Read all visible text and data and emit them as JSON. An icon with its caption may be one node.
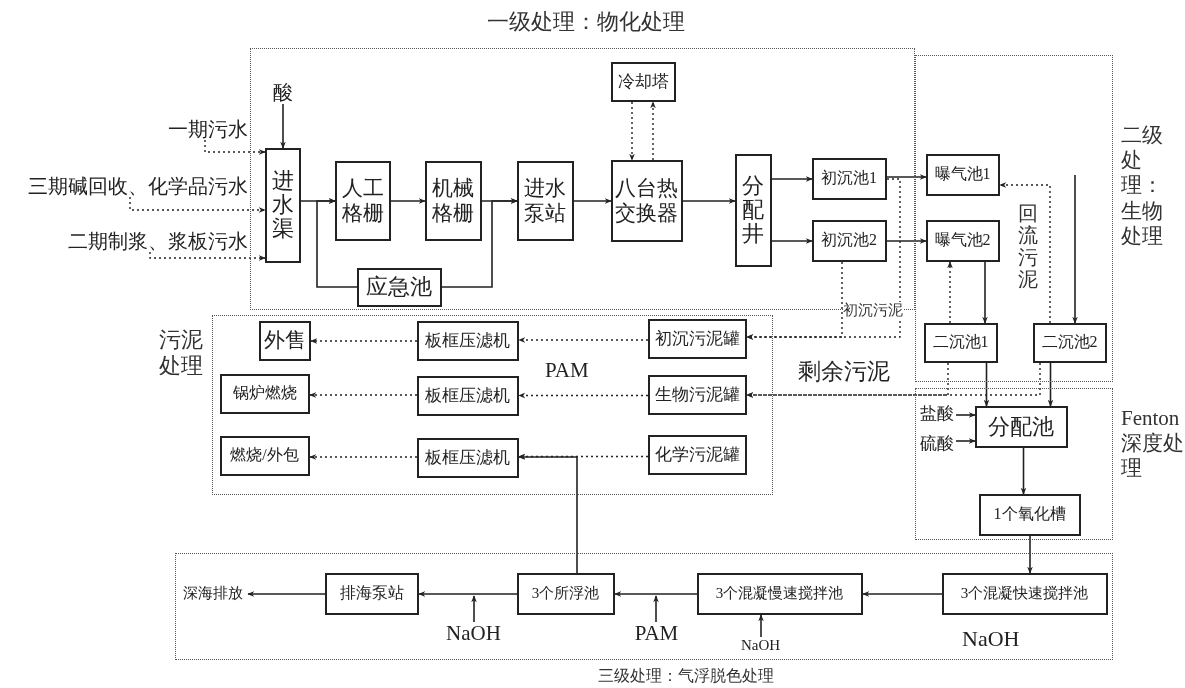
{
  "diagram": {
    "nodes": [
      {
        "text": [
          "一期污水"
        ]
      },
      {
        "text": [
          "三期碱回收、化学品污水"
        ]
      },
      {
        "text": [
          "二期制浆、浆板污水"
        ]
      },
      {
        "text": [
          "一级处理：物化处理"
        ]
      },
      {
        "text": [
          "酸"
        ],
        "in": 3
      },
      {
        "text": [
          "进水渠"
        ],
        "in": 3
      },
      {
        "text": [
          "人工格栅"
        ],
        "in": 3
      },
      {
        "text": [
          "机械格栅"
        ],
        "in": 3
      },
      {
        "text": [
          "进水泵站"
        ],
        "in": 3
      },
      {
        "text": [
          "应急池"
        ],
        "in": 3
      },
      {
        "text": [
          "冷却塔"
        ],
        "in": 3
      },
      {
        "text": [
          "八台热交换器"
        ],
        "in": 3
      },
      {
        "text": [
          "分配井"
        ],
        "in": 3
      },
      {
        "text": [
          "初沉池1"
        ],
        "in": 3
      },
      {
        "text": [
          "初沉池2"
        ],
        "in": 3
      },
      {
        "text": [
          "二级处理：生物处理"
        ]
      },
      {
        "text": [
          "曝气池1"
        ],
        "in": 15
      },
      {
        "text": [
          "曝气池2"
        ],
        "in": 15
      },
      {
        "text": [
          "二沉池1"
        ],
        "in": 15
      },
      {
        "text": [
          "二沉池2"
        ],
        "in": 15
      },
      {
        "text": [
          "污泥处理"
        ]
      },
      {
        "text": [
          "外售"
        ],
        "in": 20
      },
      {
        "text": [
          "锅炉燃烧"
        ],
        "in": 20
      },
      {
        "text": [
          "燃烧/外包"
        ],
        "in": 20
      },
      {
        "text": [
          "板框压滤机"
        ],
        "in": 20
      },
      {
        "text": [
          "板框压滤机"
        ],
        "in": 20
      },
      {
        "text": [
          "板框压滤机"
        ],
        "in": 20
      },
      {
        "text": [
          "初沉污泥罐"
        ],
        "in": 20
      },
      {
        "text": [
          "生物污泥罐"
        ],
        "in": 20
      },
      {
        "text": [
          "化学污泥罐"
        ],
        "in": 20
      },
      {
        "text": [
          "Fenton 深度处理"
        ]
      },
      {
        "text": [
          "分配池"
        ],
        "in": 30
      },
      {
        "text": [
          "1个氧化槽"
        ],
        "in": 30
      },
      {
        "text": [
          "三级处理：气浮脱色处理"
        ]
      },
      {
        "text": [
          "3个混凝快速搅拌池"
        ],
        "in": 33
      },
      {
        "text": [
          "3个混凝慢速搅拌池"
        ],
        "in": 33
      },
      {
        "text": [
          "3个所浮池"
        ],
        "in": 33
      },
      {
        "text": [
          "排海泵站"
        ],
        "in": 33
      },
      {
        "text": [
          "深海排放"
        ],
        "in": 33
      },
      {
        "text": [
          "盐酸"
        ],
        "in": 30
      },
      {
        "text": [
          "硫酸"
        ],
        "in": 30
      },
      {
        "text": [
          "NaOH"
        ],
        "in": 33
      },
      {
        "text": [
          "PAM"
        ],
        "in": 33
      },
      {
        "text": [
          "NaOH"
        ],
        "in": 33
      }
    ],
    "edges": [
      {
        "from": 0,
        "to": 5,
        "arrow": "to",
        "style": "dashed"
      },
      {
        "from": 1,
        "to": 5,
        "arrow": "to",
        "style": "dashed"
      },
      {
        "from": 2,
        "to": 5,
        "arrow": "to",
        "style": "dashed"
      },
      {
        "from": 4,
        "to": 5,
        "arrow": "to"
      },
      {
        "from": 5,
        "to": 6,
        "arrow": "to"
      },
      {
        "from": 6,
        "to": 7,
        "arrow": "to"
      },
      {
        "from": 7,
        "to": 8,
        "arrow": "to"
      },
      {
        "from": 8,
        "to": 11,
        "arrow": "to"
      },
      {
        "from": 11,
        "to": 12,
        "arrow": "to"
      },
      {
        "from": 12,
        "to": 13,
        "arrow": "to"
      },
      {
        "from": 12,
        "to": 14,
        "arrow": "to"
      },
      {
        "from": 13,
        "to": 16,
        "arrow": "to"
      },
      {
        "from": 14,
        "to": 17,
        "arrow": "to"
      },
      {
        "from": 9,
        "to": 6,
        "arrow": "to"
      },
      {
        "from": 9,
        "to": 8,
        "arrow": "to"
      },
      {
        "from": 11,
        "to": 10,
        "arrow": "to",
        "style": "dashed"
      },
      {
        "from": 10,
        "to": 11,
        "arrow": "to",
        "style": "dashed"
      },
      {
        "from": 13,
        "to": 27,
        "arrow": "to",
        "style": "dashed",
        "label": "初沉污泥"
      },
      {
        "from": 14,
        "to": 27,
        "arrow": "to",
        "style": "dashed"
      },
      {
        "from": 18,
        "to": 28,
        "arrow": "to",
        "style": "dashed"
      },
      {
        "from": 19,
        "to": 28,
        "arrow": "to",
        "style": "dashed"
      },
      {
        "from": 18,
        "to": 17,
        "arrow": "to",
        "style": "dashed"
      },
      {
        "from": 17,
        "to": 18,
        "arrow": "to"
      },
      {
        "from": 19,
        "to": 16,
        "arrow": "to",
        "style": "dashed",
        "label": "回流污泥"
      },
      {
        "from": null,
        "to": 19,
        "arrow": "to"
      },
      {
        "from": 18,
        "to": 31,
        "arrow": "to"
      },
      {
        "from": 19,
        "to": 31,
        "arrow": "to"
      },
      {
        "from": 39,
        "to": 31,
        "arrow": "to"
      },
      {
        "from": 40,
        "to": 31,
        "arrow": "to"
      },
      {
        "from": 31,
        "to": 32,
        "arrow": "to"
      },
      {
        "from": 32,
        "to": 34,
        "arrow": "to"
      },
      {
        "from": 34,
        "to": 35,
        "arrow": "to"
      },
      {
        "from": 35,
        "to": 36,
        "arrow": "to"
      },
      {
        "from": 36,
        "to": 37,
        "arrow": "to"
      },
      {
        "from": 37,
        "to": 38,
        "arrow": "to"
      },
      {
        "from": 36,
        "to": 26,
        "arrow": "to"
      },
      {
        "from": 29,
        "to": 26,
        "arrow": "to",
        "style": "dashed"
      },
      {
        "from": 27,
        "to": 24,
        "arrow": "to",
        "style": "dashed"
      },
      {
        "from": 28,
        "to": 25,
        "arrow": "to",
        "style": "dashed"
      },
      {
        "from": 24,
        "to": 21,
        "arrow": "to",
        "style": "dashed"
      },
      {
        "from": 25,
        "to": 22,
        "arrow": "to",
        "style": "dashed"
      },
      {
        "from": 26,
        "to": 23,
        "arrow": "to",
        "style": "dashed"
      },
      {
        "from": 41,
        "to": null,
        "arrow": "to"
      },
      {
        "from": 42,
        "to": null,
        "arrow": "to"
      },
      {
        "from": 43,
        "to": 35,
        "arrow": "to"
      }
    ],
    "labels": [
      "PAM",
      "剩余污泥",
      "NaOH"
    ]
  }
}
